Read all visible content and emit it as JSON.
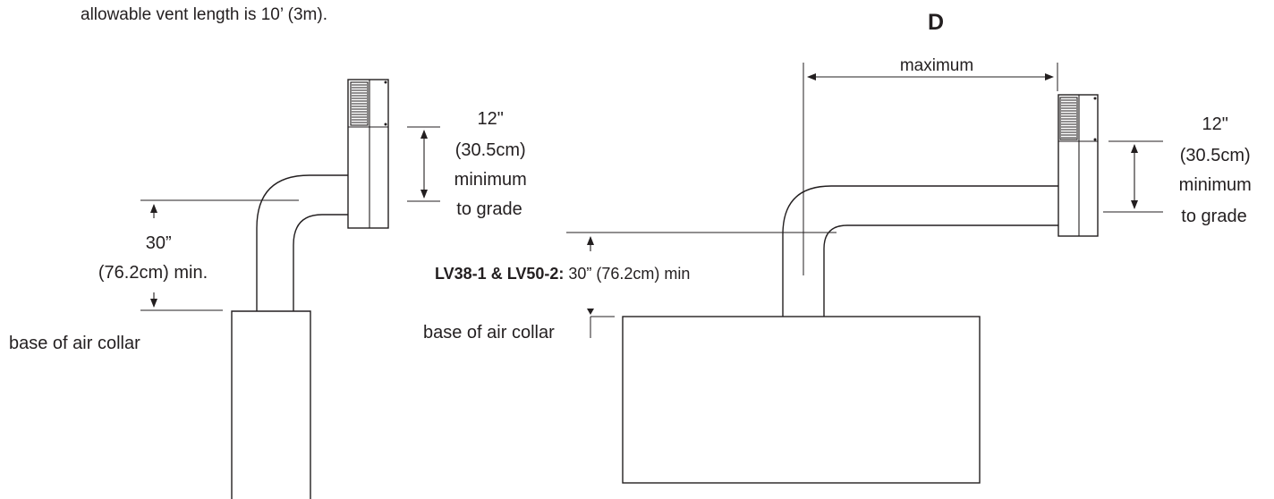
{
  "intro_text_fragment": "allowable vent length is 10’ (3m).",
  "dimension_letter": "D",
  "colors": {
    "ink": "#231f20",
    "background": "#ffffff"
  },
  "left_figure": {
    "terminal_clearance": [
      "12\"",
      "(30.5cm)",
      "minimum",
      "to grade"
    ],
    "rise_dimension": [
      "30”",
      "(76.2cm) min."
    ],
    "base_label": "base of air collar"
  },
  "right_figure": {
    "horizontal_dimension": "maximum",
    "terminal_clearance": [
      "12\"",
      "(30.5cm)",
      "minimum",
      "to grade"
    ],
    "rise_models": "LV38-1 & LV50-2:",
    "rise_value": " 30” (76.2cm) min",
    "base_label": "base of air collar"
  }
}
